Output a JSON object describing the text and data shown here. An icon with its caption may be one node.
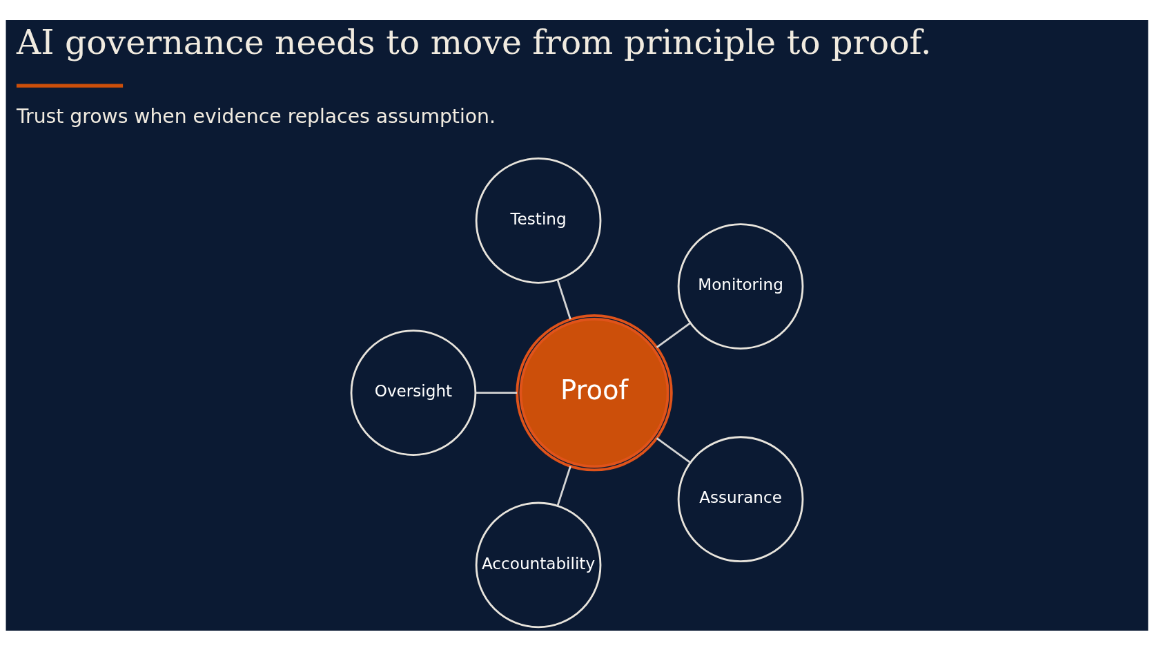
{
  "diagram": {
    "title": "AI governance needs to move from principle to proof.",
    "caption": "Trust grows when evidence replaces assumption.",
    "nodes": [
      {
        "text": [
          "Testing"
        ]
      },
      {
        "text": [
          "Oversight"
        ]
      },
      {
        "text": [
          "Proof"
        ]
      },
      {
        "text": [
          "Monitoring"
        ]
      },
      {
        "text": [
          "Accountability"
        ]
      },
      {
        "text": [
          "Assurance"
        ]
      }
    ],
    "edges": [
      {
        "from": 2,
        "to": 3,
        "arrow": "none"
      },
      {
        "from": 2,
        "to": 0,
        "arrow": "none"
      },
      {
        "from": 2,
        "to": 1,
        "arrow": "none"
      },
      {
        "from": 2,
        "to": 4,
        "arrow": "none"
      },
      {
        "from": 2,
        "to": 5,
        "arrow": "none"
      }
    ]
  }
}
